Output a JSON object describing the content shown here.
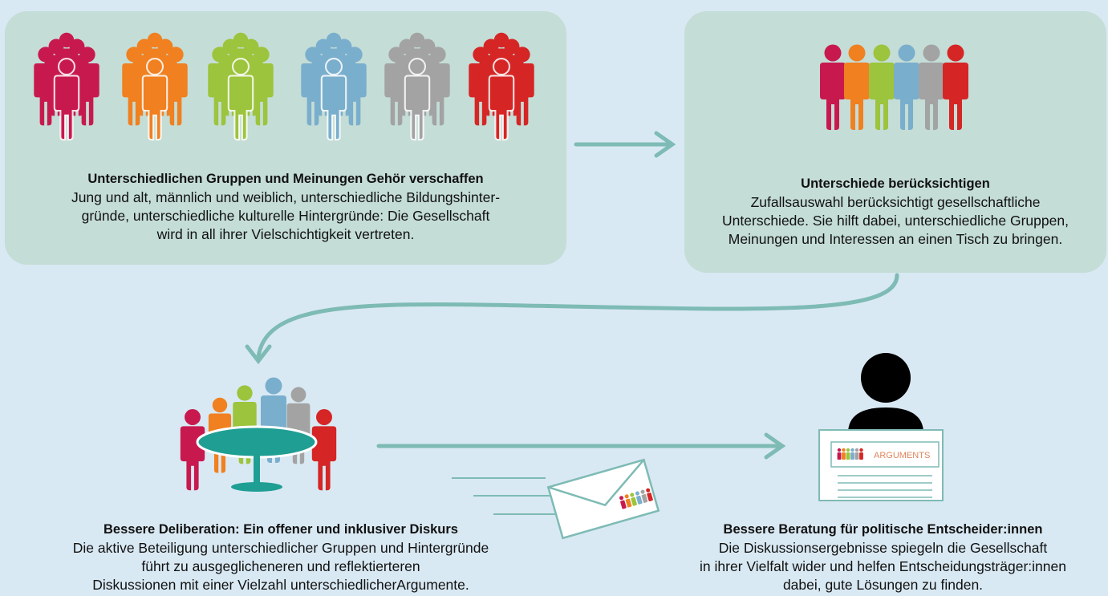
{
  "colors": {
    "background": "#d9e9f3",
    "panel": "#c4ddd6",
    "arrow": "#7ebbb5",
    "magenta": "#c8194f",
    "orange": "#f08020",
    "green": "#9cc43c",
    "blue": "#7aaecd",
    "gray": "#a3a3a3",
    "red": "#d52525",
    "table": "#1f9e93",
    "person": "#000000"
  },
  "step1": {
    "title": "Unterschiedlichen Gruppen und Meinungen Gehör verschaffen",
    "body": "Jung und alt, männlich und weiblich, unterschiedliche Bildungshinter-\ngründe, unterschiedliche kulturelle Hintergründe: Die Gesellschaft\nwird in all ihrer Vielschichtigkeit vertreten."
  },
  "step2": {
    "title": "Unterschiede berücksichtigen",
    "body": "Zufallsauswahl berücksichtigt gesellschaftliche\nUnterschiede. Sie hilft dabei, unterschiedliche Gruppen,\nMeinungen und Interessen an einen Tisch zu bringen."
  },
  "step3": {
    "title": "Bessere Deliberation: Ein offener und inklusiver Diskurs",
    "body": "Die aktive Beteiligung unterschiedlicher Gruppen und Hintergründe\nführt zu ausgeglicheneren und reflektierteren\nDiskussionen mit einer Vielzahl unterschiedlicherArgumente."
  },
  "step4": {
    "title": "Bessere Beratung für politische Entscheider:innen",
    "body": "Die Diskussionsergebnisse spiegeln die Gesellschaft\nin ihrer Vielfalt wider und helfen Entscheidungsträger:innen\ndabei, gute Lösungen zu finden.",
    "document_label": "ARGUMENTS"
  }
}
